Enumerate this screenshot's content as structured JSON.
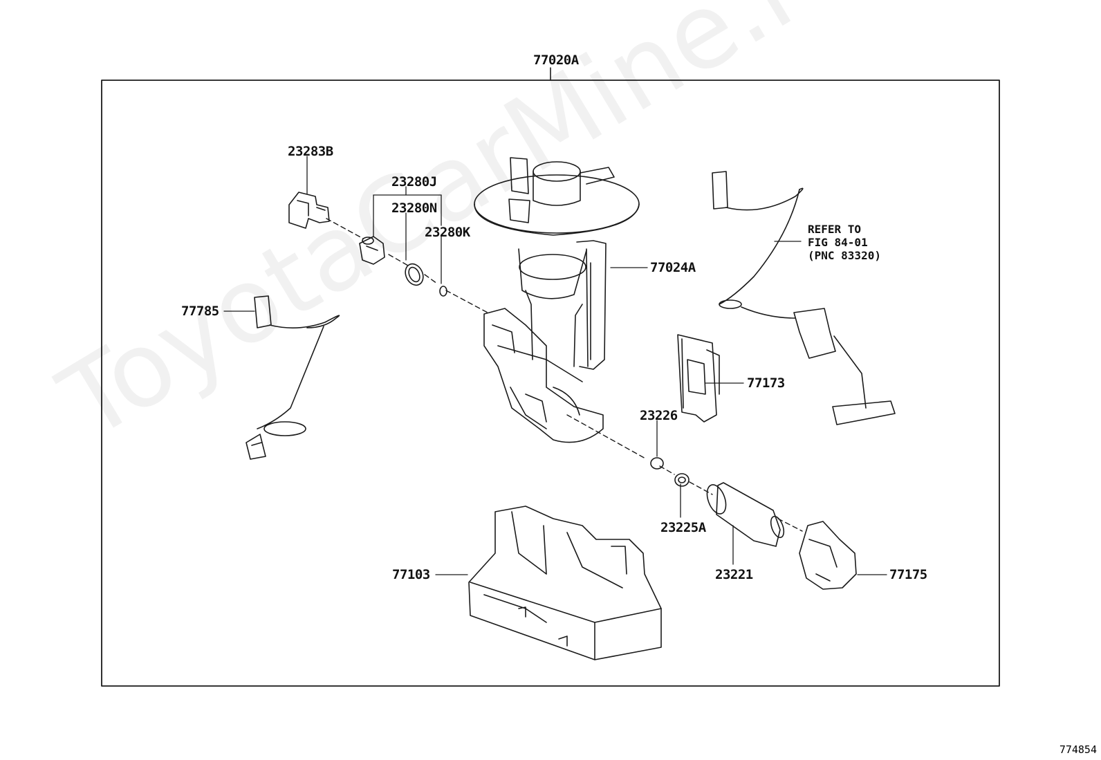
{
  "parts": {
    "assembly": "77020A",
    "p23283B": "23283B",
    "p23280J": "23280J",
    "p23280N": "23280N",
    "p23280K": "23280K",
    "p77024A": "77024A",
    "p77785": "77785",
    "p77173": "77173",
    "p23226": "23226",
    "p23225A": "23225A",
    "p23221": "23221",
    "p77175": "77175",
    "p77103": "77103"
  },
  "refer_note": {
    "line1": "REFER TO",
    "line2": "FIG 84-01",
    "line3": "(PNC 83320)"
  },
  "watermark": "ToyotaCarMine.ru",
  "figure_id": "774854"
}
